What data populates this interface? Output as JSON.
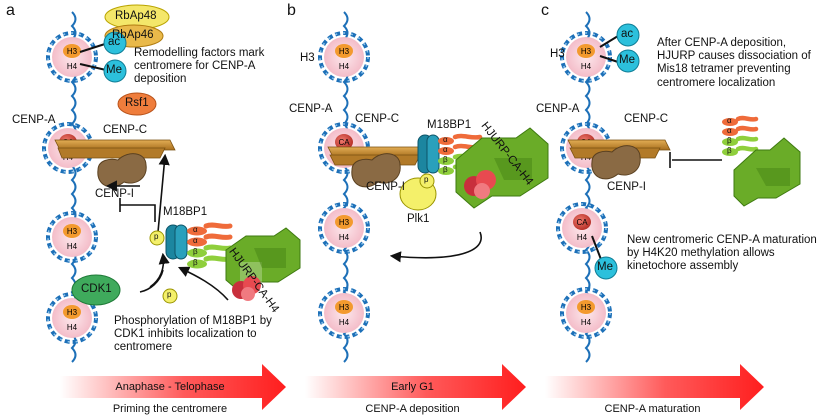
{
  "panels": [
    {
      "letter": "a",
      "nucleosome_labels": {
        "h3": "H3",
        "h4": "H4",
        "cenpa": "CA"
      },
      "marks": {
        "ac": "ac",
        "me": "Me"
      },
      "factors": {
        "rbap48": "RbAp48",
        "rbap46": "RbAp46",
        "rsf1": "Rsf1",
        "cdk1": "CDK1",
        "p1": "p",
        "p2": "p"
      },
      "labels": {
        "cenpa": "CENP-A",
        "cenpc": "CENP-C",
        "cenpi": "CENP-I",
        "m18bp1": "M18BP1",
        "hjurp": "HJURP-CA-H4"
      },
      "mis18": [
        "α",
        "α",
        "β",
        "β"
      ],
      "notes": {
        "top": "Remodelling factors mark centromere for CENP-A deposition",
        "bottom": "Phosphorylation of M18BP1 by CDK1 inhibits localization to centromere"
      },
      "stage": "Anaphase - Telophase",
      "caption": "Priming the centromere"
    },
    {
      "letter": "b",
      "nucleosome_labels": {
        "h3": "H3",
        "h4": "H4",
        "cenpa": "CA"
      },
      "labels": {
        "h3": "H3",
        "cenpa": "CENP-A",
        "cenpc": "CENP-C",
        "cenpi": "CENP-I",
        "m18bp1": "M18BP1",
        "hjurp": "HJURP-CA-H4",
        "plk1": "Plk1",
        "p": "p"
      },
      "mis18": [
        "α",
        "α",
        "β",
        "β"
      ],
      "stage": "Early G1",
      "caption": "CENP-A deposition"
    },
    {
      "letter": "c",
      "nucleosome_labels": {
        "h3": "H3",
        "h4": "H4",
        "cenpa": "CA"
      },
      "marks": {
        "ac": "ac",
        "me": "Me",
        "me2": "Me"
      },
      "labels": {
        "h3": "H3",
        "cenpa": "CENP-A",
        "cenpc": "CENP-C",
        "cenpi": "CENP-I"
      },
      "mis18": [
        "α",
        "α",
        "β",
        "β"
      ],
      "notes": {
        "top": "After CENP-A deposition, HJURP causes dissociation of Mis18 tetramer preventing centromere localization",
        "bottom": "New centromeric CENP-A maturation by H4K20 methylation allows kinetochore assembly"
      },
      "stage": "",
      "caption": "CENP-A maturation"
    }
  ],
  "colors": {
    "dna": "#1d70b8",
    "dna_light": "#8fc3ea",
    "histone": "#f6c9d2",
    "h3h4": "#f39a2e",
    "cenpa": "#d9463c",
    "ac_me": "#2cc0dc",
    "cenpc": "#c9892c",
    "cenpi": "#8a6a44",
    "m18bp1": "#1c86a0",
    "alpha": "#ef6b3a",
    "beta": "#8fcf3c",
    "hjurp": "#6aac28",
    "cdk1": "#3faa5c",
    "plk1": "#f4f06a",
    "rbap48": "#f4e76a",
    "rbap46": "#e9b94a",
    "rsf1": "#ef7d3c",
    "arrow": "#ff2a2a"
  }
}
